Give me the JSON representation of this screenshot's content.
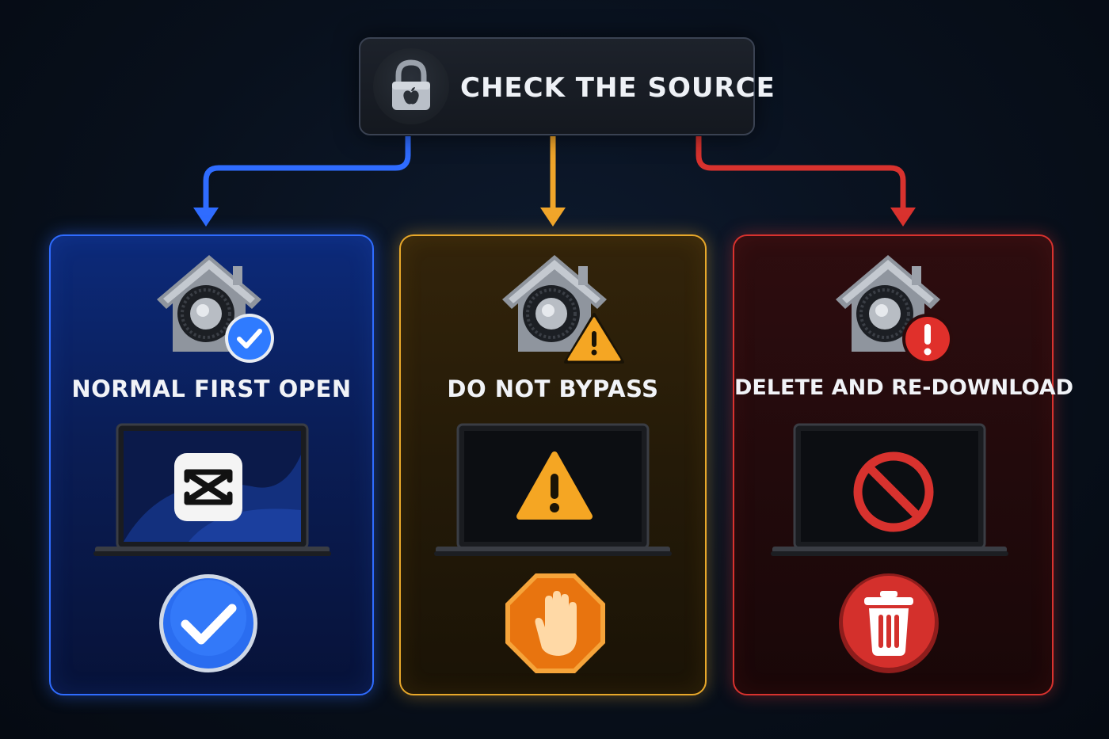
{
  "source": {
    "title": "CHECK THE SOURCE",
    "icon": "lock-apple-icon"
  },
  "colors": {
    "blue": "#2f6cff",
    "amber": "#f0a52a",
    "red": "#d8322e",
    "background": "#08101c"
  },
  "panels": [
    {
      "id": "normal",
      "title": "NORMAL FIRST OPEN",
      "badge_icon": "checkmark-badge-icon",
      "screen_icon": "capcut-app-icon",
      "outcome_icon": "checkmark-circle-icon"
    },
    {
      "id": "bypass",
      "title": "DO NOT BYPASS",
      "badge_icon": "warning-badge-icon",
      "screen_icon": "warning-triangle-icon",
      "outcome_icon": "stop-hand-icon"
    },
    {
      "id": "delete",
      "title": "DELETE AND RE-DOWNLOAD",
      "badge_icon": "exclamation-badge-icon",
      "screen_icon": "prohibited-icon",
      "outcome_icon": "trash-can-icon"
    }
  ]
}
